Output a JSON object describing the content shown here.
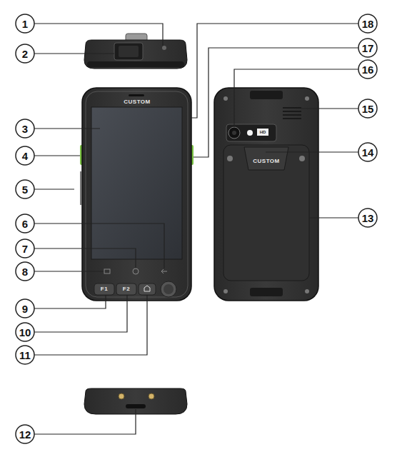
{
  "diagram": {
    "labels": [
      "1",
      "2",
      "3",
      "4",
      "5",
      "6",
      "7",
      "8",
      "9",
      "10",
      "11",
      "12",
      "18",
      "17",
      "16",
      "15",
      "14",
      "13",
      "CUSTOM",
      "F1",
      "F2",
      "CUSTOM",
      "HD"
    ]
  }
}
